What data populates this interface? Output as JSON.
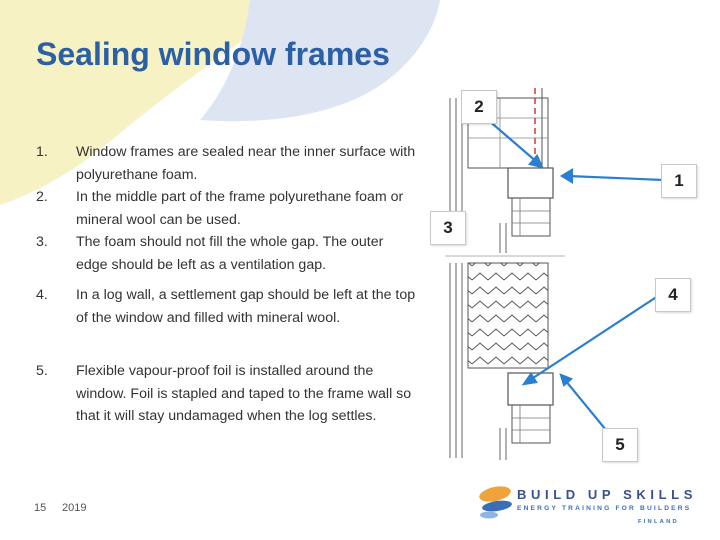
{
  "slide": {
    "title": "Sealing window frames",
    "page_number": "15",
    "year": "2019"
  },
  "list": [
    {
      "num": "1.",
      "text": "Window frames are sealed near the inner surface with polyurethane foam."
    },
    {
      "num": "2.",
      "text": "In the middle part of the frame polyurethane foam or mineral wool can be used."
    },
    {
      "num": "3.",
      "text": "The foam should not fill the whole gap. The outer edge should be left as a ventilation gap."
    },
    {
      "num": "4.",
      "text": "In a log wall, a settlement gap should be left at the top of the window and filled with mineral wool."
    },
    {
      "num": "5.",
      "text": "Flexible vapour-proof foil is installed around the window. Foil is stapled and taped to the frame wall so that it will stay undamaged when the log settles."
    }
  ],
  "callouts": {
    "c1": "1",
    "c2": "2",
    "c3": "3",
    "c4": "4",
    "c5": "5"
  },
  "logo": {
    "name": "BUILD UP SKILLS",
    "tagline": "ENERGY TRAINING FOR BUILDERS",
    "country": "FINLAND"
  },
  "colors": {
    "title": "#2b5fa6",
    "arrow": "#2a7fcf",
    "blob_yellow": "#f7f2c4",
    "blob_blue": "#dde5f2",
    "logo_orange": "#f0a33a",
    "logo_blue": "#3a6fb8"
  }
}
